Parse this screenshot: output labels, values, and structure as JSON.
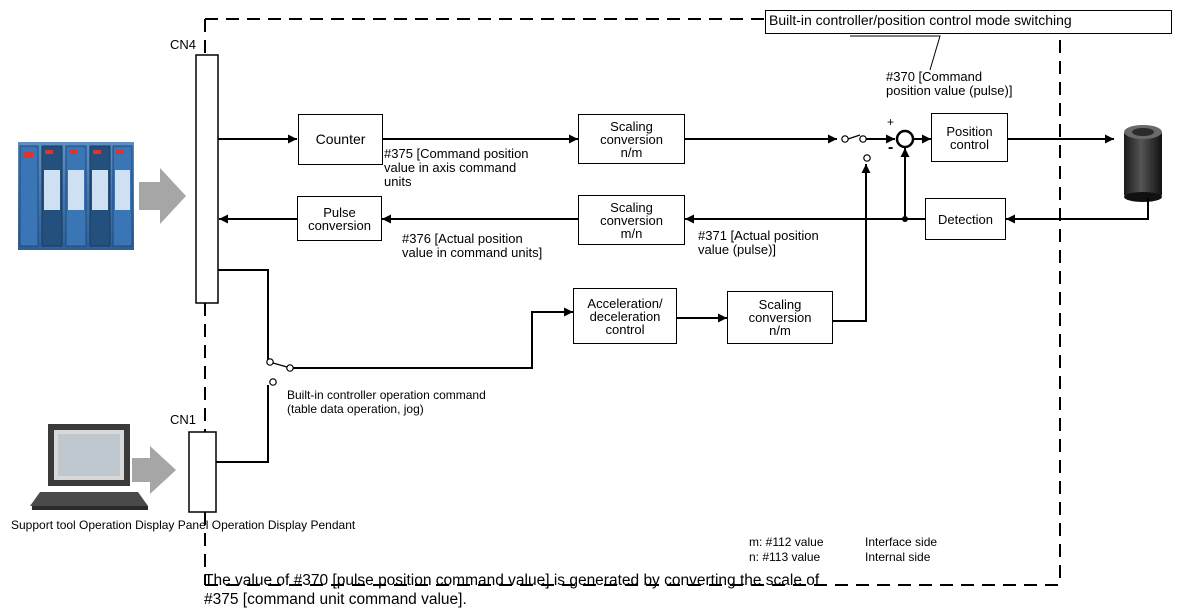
{
  "mode_switch_callout": "Built-in controller/position control mode switching",
  "connectors": {
    "cn4": "CN4",
    "cn1": "CN1"
  },
  "blocks": {
    "counter": "Counter",
    "scaling_top": "Scaling\nconversion\nn/m",
    "pulse_conversion": "Pulse\nconversion",
    "scaling_mid": "Scaling\nconversion\nm/n",
    "accel_decel": "Acceleration/\ndeceleration\ncontrol",
    "scaling_bottom": "Scaling\nconversion\nn/m",
    "position_control": "Position\ncontrol",
    "detection": "Detection"
  },
  "signals": {
    "p375": "#375 [Command position\nvalue in axis command\nunits",
    "p376": "#376 [Actual position\nvalue in command units]",
    "p371": "#371 [Actual position\nvalue (pulse)]",
    "p370": "#370 [Command\nposition value (pulse)]",
    "plus": "+",
    "minus": "-",
    "builtin_cmd": "Built-in controller operation command\n(table data operation, jog)"
  },
  "support_tools_label": "Support tool Operation Display Panel Operation Display Pendant",
  "legend": {
    "m": "m: #112 value",
    "m_side": "Interface side",
    "n": "n: #113 value",
    "n_side": "Internal side"
  },
  "caption": "The value of #370 [pulse position command value] is generated by converting the scale of\n#375 [command unit command value]."
}
